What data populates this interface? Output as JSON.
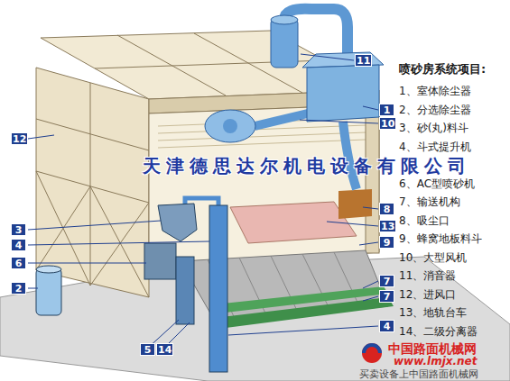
{
  "diagram": {
    "title": "喷砂房系统项目:",
    "labels": [
      "11",
      "1",
      "10",
      "12",
      "8",
      "13",
      "9",
      "3",
      "4",
      "6",
      "2",
      "7",
      "7",
      "4",
      "5",
      "14",
      "1、室体除尘器",
      "2、分选除尘器",
      "3、砂(丸)料斗",
      "4、斗式提升机",
      "6、AC型喷砂机",
      "7、输送机构",
      "8、吸尘口",
      "9、蜂窝地板料斗",
      "10、大型风机",
      "11、消音器",
      "12、进风口",
      "13、地轨台车",
      "14、二级分离器",
      "天津德思达尔机电设备有限公司",
      "中国路面机械网",
      "www.lmjx.net",
      "买卖设备上中国路面机械网"
    ]
  }
}
